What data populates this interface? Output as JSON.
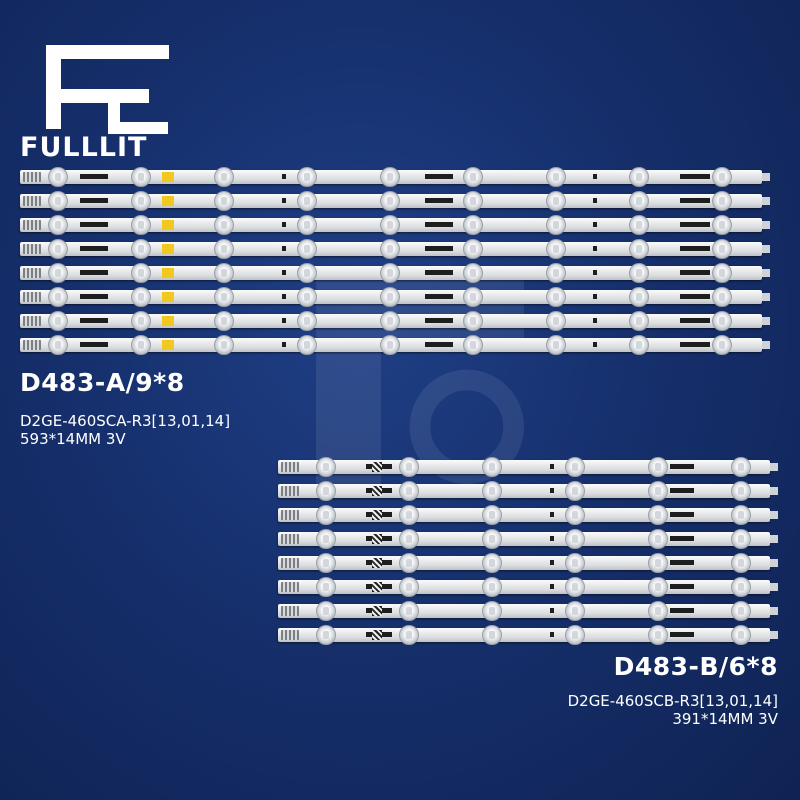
{
  "brand": {
    "logo_text": "FULLLIT"
  },
  "products": [
    {
      "id": "a",
      "model": "D483-A/9*8",
      "part_number": "D2GE-460SCA-R3[13,01,14]",
      "spec": "593*14MM 3V",
      "strip_count": 8,
      "leds_per_strip": 9
    },
    {
      "id": "b",
      "model": "D483-B/6*8",
      "part_number": "D2GE-460SCB-R3[13,01,14]",
      "spec": "391*14MM 3V",
      "strip_count": 8,
      "leds_per_strip": 6
    }
  ],
  "colors": {
    "background": "#16306d",
    "strip": "#e6e7e9",
    "label_yellow": "#f0c81e",
    "text": "#ffffff"
  }
}
